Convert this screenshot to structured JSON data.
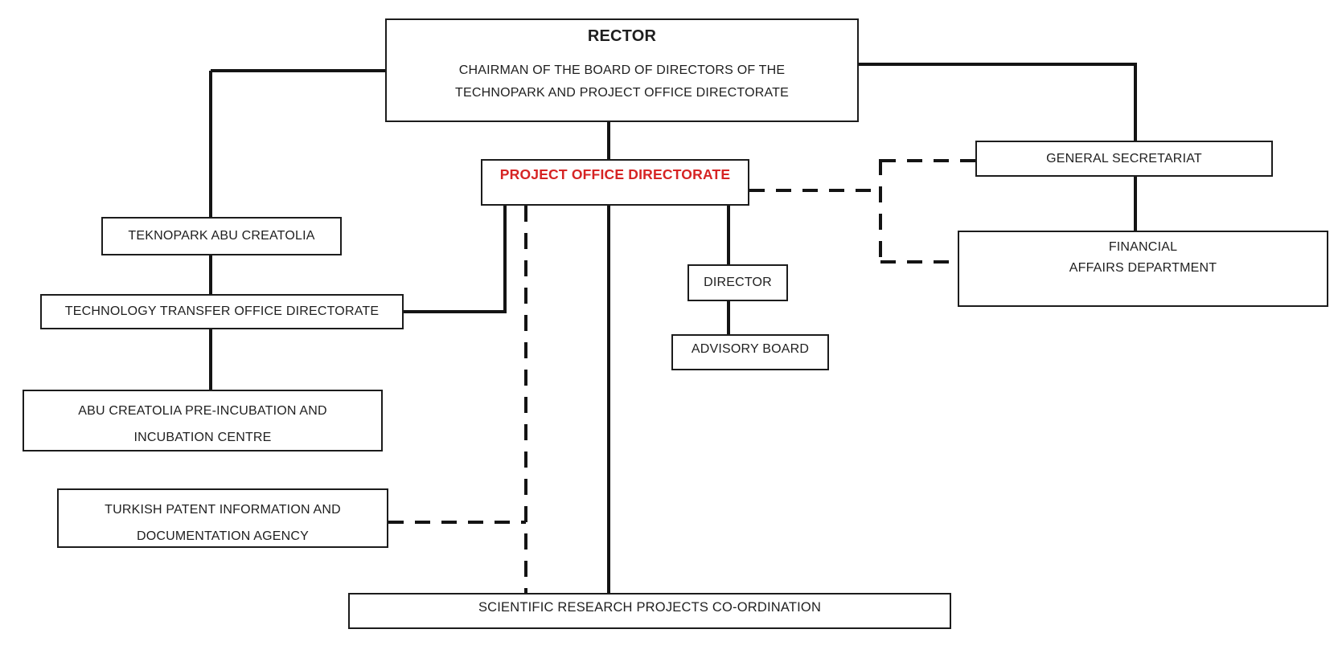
{
  "diagram": {
    "colors": {
      "background": "#ffffff",
      "line": "#141414",
      "box_border": "#1c1c1c",
      "text": "#1f1f1f",
      "project_office_text": "#d62424"
    },
    "nodes": {
      "rector": {
        "title": "RECTOR",
        "subtitle_line1": "CHAIRMAN OF THE BOARD OF DIRECTORS OF THE",
        "subtitle_line2": "TECHNOPARK AND PROJECT OFFICE DIRECTORATE"
      },
      "project_office": {
        "label": "PROJECT OFFICE DIRECTORATE"
      },
      "general_secretariat": {
        "label": "GENERAL SECRETARIAT"
      },
      "financial": {
        "line1": "FINANCIAL",
        "line2": "AFFAIRS DEPARTMENT"
      },
      "teknopark": {
        "label": "TEKNOPARK ABU CREATOLIA"
      },
      "technology_transfer": {
        "label": "TECHNOLOGY TRANSFER OFFICE DIRECTORATE"
      },
      "abu_incubation": {
        "line1": "ABU CREATOLIA PRE-INCUBATION AND",
        "line2": "INCUBATION CENTRE"
      },
      "turkish_patent": {
        "line1": "TURKISH PATENT INFORMATION AND",
        "line2": "DOCUMENTATION AGENCY"
      },
      "director": {
        "label": "DIRECTOR"
      },
      "advisory_board": {
        "label": "ADVISORY BOARD"
      },
      "scientific_research": {
        "label": "SCIENTIFIC RESEARCH PROJECTS CO-ORDINATION"
      }
    }
  }
}
